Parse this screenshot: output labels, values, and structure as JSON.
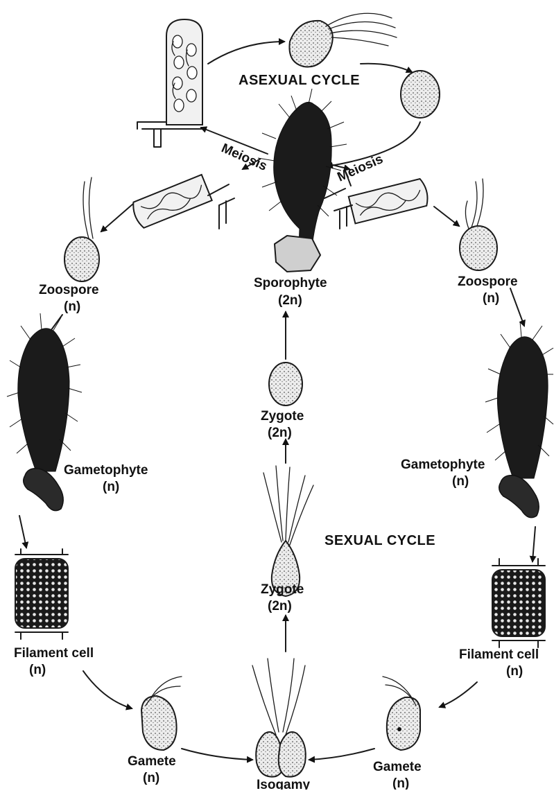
{
  "labels": {
    "asexual_cycle": "ASEXUAL CYCLE",
    "sexual_cycle": "SEXUAL CYCLE",
    "meiosis_left": "Meiosis",
    "meiosis_right": "Meiosis",
    "sporophyte": "Sporophyte",
    "sporophyte_ploidy": "(2n)",
    "zoospore_left": "Zoospore",
    "zoospore_left_ploidy": "(n)",
    "zoospore_right": "Zoospore",
    "zoospore_right_ploidy": "(n)",
    "gametophyte_left": "Gametophyte",
    "gametophyte_left_ploidy": "(n)",
    "gametophyte_right": "Gametophyte",
    "gametophyte_right_ploidy": "(n)",
    "zygote_upper": "Zygote",
    "zygote_upper_ploidy": "(2n)",
    "zygote_lower": "Zygote",
    "zygote_lower_ploidy": "(2n)",
    "filament_left": "Filament cell",
    "filament_left_ploidy": "(n)",
    "filament_right": "Filament cell",
    "filament_right_ploidy": "(n)",
    "gamete_left": "Gamete",
    "gamete_left_ploidy": "(n)",
    "gamete_right": "Gamete",
    "gamete_right_ploidy": "(n)",
    "isogamy": "Isogamy"
  }
}
